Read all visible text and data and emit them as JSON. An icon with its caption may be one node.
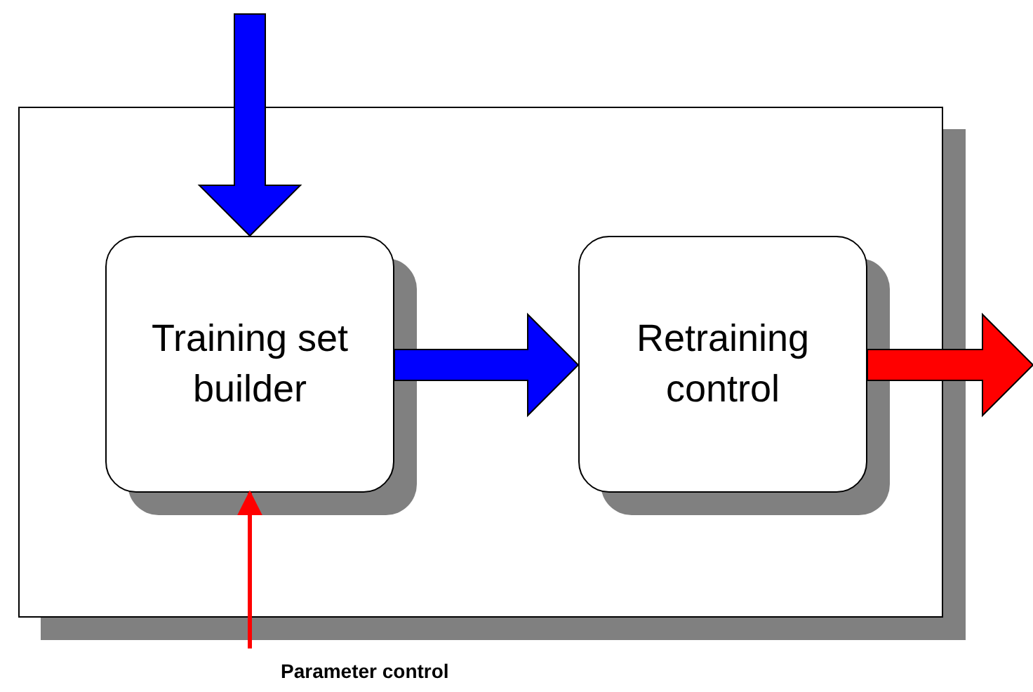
{
  "diagram": {
    "nodes": [
      {
        "text": [],
        "shape": "box"
      },
      {
        "text": [
          "Training set builder"
        ],
        "in": 0
      },
      {
        "text": [
          "Retraining control"
        ],
        "in": 0
      }
    ],
    "edges": [
      {
        "from": null,
        "to": 1,
        "arrow": "to",
        "style": "thick",
        "color": "#0000ff"
      },
      {
        "from": 1,
        "to": 2,
        "arrow": "to",
        "style": "thick",
        "color": "#0000ff"
      },
      {
        "from": 2,
        "to": null,
        "arrow": "to",
        "style": "thick",
        "color": "#ff0000"
      },
      {
        "from": null,
        "to": 1,
        "arrow": "to",
        "color": "#ff0000",
        "label": "Parameter control"
      }
    ]
  }
}
